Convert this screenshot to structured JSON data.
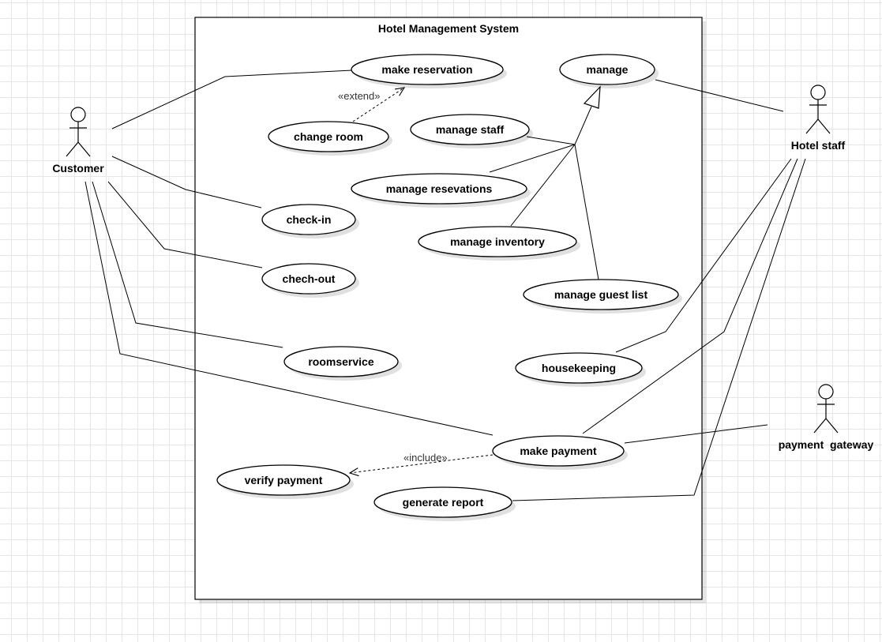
{
  "diagram": {
    "system_title": "Hotel Management System",
    "actors": {
      "customer": "Customer",
      "hotel_staff": "Hotel staff",
      "payment_gateway": "payment  gateway"
    },
    "use_cases": {
      "make_reservation": "make reservation",
      "manage": "manage",
      "change_room": "change room",
      "manage_staff": "manage staff",
      "manage_reservations": "manage resevations",
      "check_in": "check-in",
      "manage_inventory": "manage inventory",
      "check_out": "chech-out",
      "manage_guest_list": "manage guest list",
      "roomservice": "roomservice",
      "housekeeping": "housekeeping",
      "make_payment": "make payment",
      "verify_payment": "verify payment",
      "generate_report": "generate report"
    },
    "stereotypes": {
      "extend": "«extend»",
      "include": "«include»"
    },
    "associations": [
      [
        "customer",
        "make_reservation"
      ],
      [
        "customer",
        "check_in"
      ],
      [
        "customer",
        "check_out"
      ],
      [
        "customer",
        "roomservice"
      ],
      [
        "customer",
        "make_payment"
      ],
      [
        "hotel_staff",
        "manage"
      ],
      [
        "hotel_staff",
        "housekeeping"
      ],
      [
        "hotel_staff",
        "make_payment"
      ],
      [
        "hotel_staff",
        "generate_report"
      ],
      [
        "payment_gateway",
        "make_payment"
      ]
    ],
    "relations": [
      {
        "type": "extend",
        "from": "change_room",
        "to": "make_reservation"
      },
      {
        "type": "include",
        "from": "make_payment",
        "to": "verify_payment"
      },
      {
        "type": "generalization",
        "from": "manage_staff",
        "to": "manage"
      },
      {
        "type": "generalization",
        "from": "manage_reservations",
        "to": "manage"
      },
      {
        "type": "generalization",
        "from": "manage_inventory",
        "to": "manage"
      },
      {
        "type": "generalization",
        "from": "manage_guest_list",
        "to": "manage"
      }
    ]
  }
}
